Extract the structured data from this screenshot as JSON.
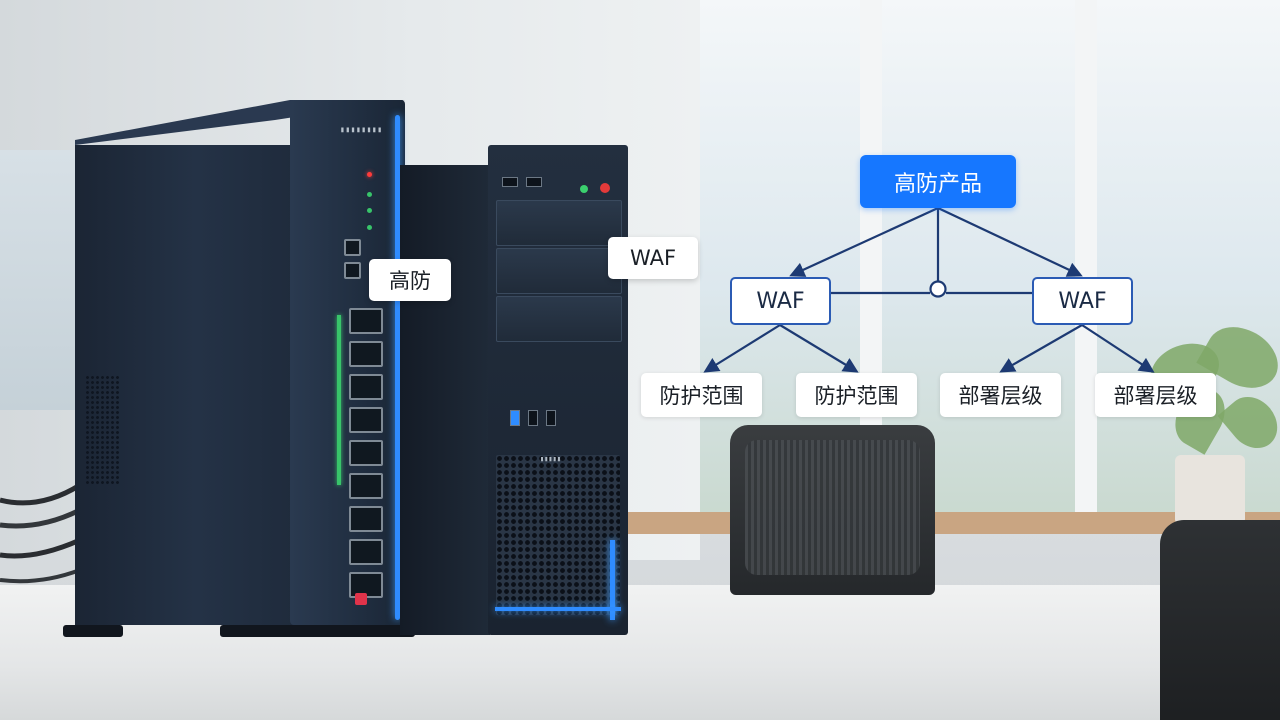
{
  "callouts": {
    "server_one": "高防",
    "server_two": "WAF"
  },
  "diagram": {
    "root": "高防产品",
    "children": [
      {
        "label": "WAF",
        "children": [
          "防护范围",
          "防护范围"
        ]
      },
      {
        "label": "WAF",
        "children": [
          "部署层级",
          "部署层级"
        ]
      }
    ]
  },
  "colors": {
    "root_fill": "#1677ff",
    "node_border": "#2b5bb4",
    "connector": "#1d3a73",
    "led_blue": "#2f8cff",
    "led_green": "#38c46a"
  },
  "icons": {
    "junction": "circle-junction-icon",
    "arrow": "arrowhead-icon"
  }
}
